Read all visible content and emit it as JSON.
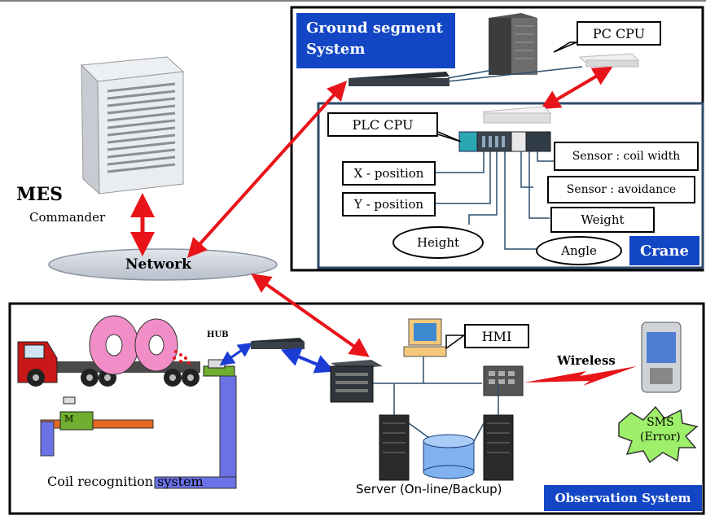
{
  "mes": {
    "title": "MES",
    "subtitle": "Commander"
  },
  "network": {
    "label": "Network"
  },
  "ground": {
    "title_line1": "Ground segment",
    "title_line2": "System",
    "pc_cpu": "PC CPU",
    "plc_cpu": "PLC CPU",
    "crane": "Crane",
    "x_position": "X - position",
    "y_position": "Y - position",
    "height": "Height",
    "angle": "Angle",
    "sensor_coil": "Sensor : coil width",
    "sensor_avoid": "Sensor : avoidance",
    "weight": "Weight"
  },
  "observation": {
    "title": "Observation System",
    "hub": "HUB",
    "hmi": "HMI",
    "wireless": "Wireless",
    "sms_line1": "SMS",
    "sms_line2": "(Error)",
    "coil_recognition": "Coil recognition system",
    "server": "Server (On-line/Backup)",
    "m_label": "M"
  },
  "colors": {
    "accent_blue": "#1346c4",
    "arrow_red": "#e8141a",
    "arrow_blue": "#1c3cd6"
  }
}
